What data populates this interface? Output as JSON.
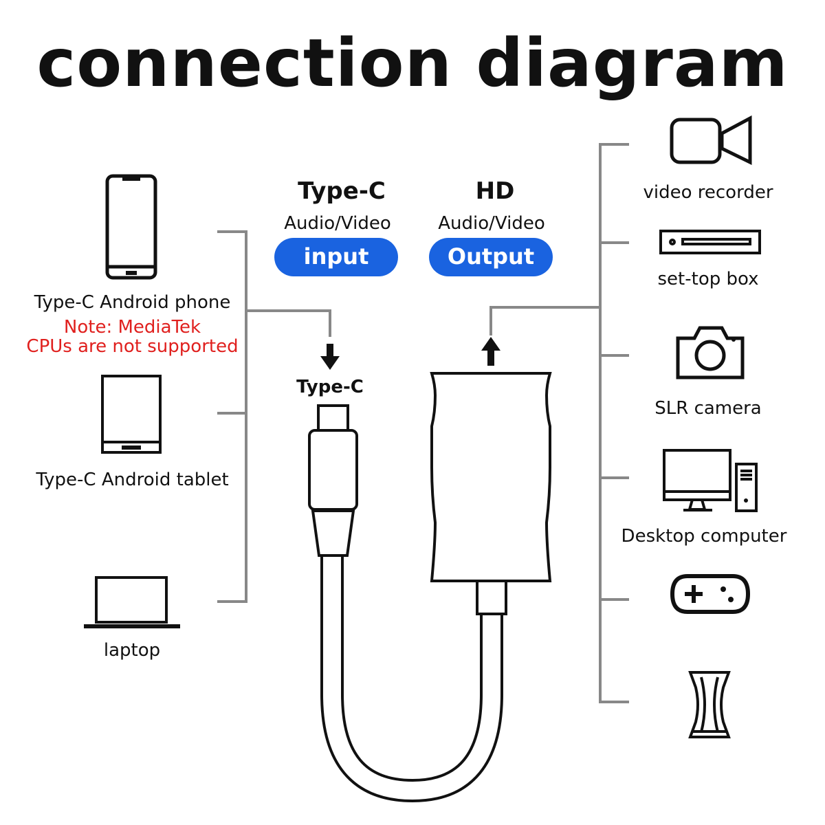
{
  "title": "connection diagram",
  "input": {
    "header": "Type-C",
    "sub": "Audio/Video",
    "pill": "input"
  },
  "output": {
    "header": "HD",
    "sub": "Audio/Video",
    "pill": "Output"
  },
  "connector_label": "Type-C",
  "left_devices": {
    "phone": {
      "label": "Type-C Android phone",
      "note_line1": "Note: MediaTek",
      "note_line2": "CPUs are not supported",
      "icon": "smartphone-icon"
    },
    "tablet": {
      "label": "Type-C Android tablet",
      "icon": "tablet-icon"
    },
    "laptop": {
      "label": "laptop",
      "icon": "laptop-icon"
    }
  },
  "right_devices": {
    "video_recorder": {
      "label": "video recorder",
      "icon": "video-camera-icon"
    },
    "set_top_box": {
      "label": "set-top box",
      "icon": "set-top-box-icon"
    },
    "slr_camera": {
      "label": "SLR camera",
      "icon": "camera-icon"
    },
    "desktop": {
      "label": "Desktop computer",
      "icon": "desktop-computer-icon"
    },
    "game_controller": {
      "icon": "gamepad-icon"
    },
    "projector": {
      "icon": "projector-icon"
    }
  },
  "colors": {
    "accent": "#1a63e0",
    "note": "#e0201e",
    "line": "#888888",
    "ink": "#111111"
  }
}
